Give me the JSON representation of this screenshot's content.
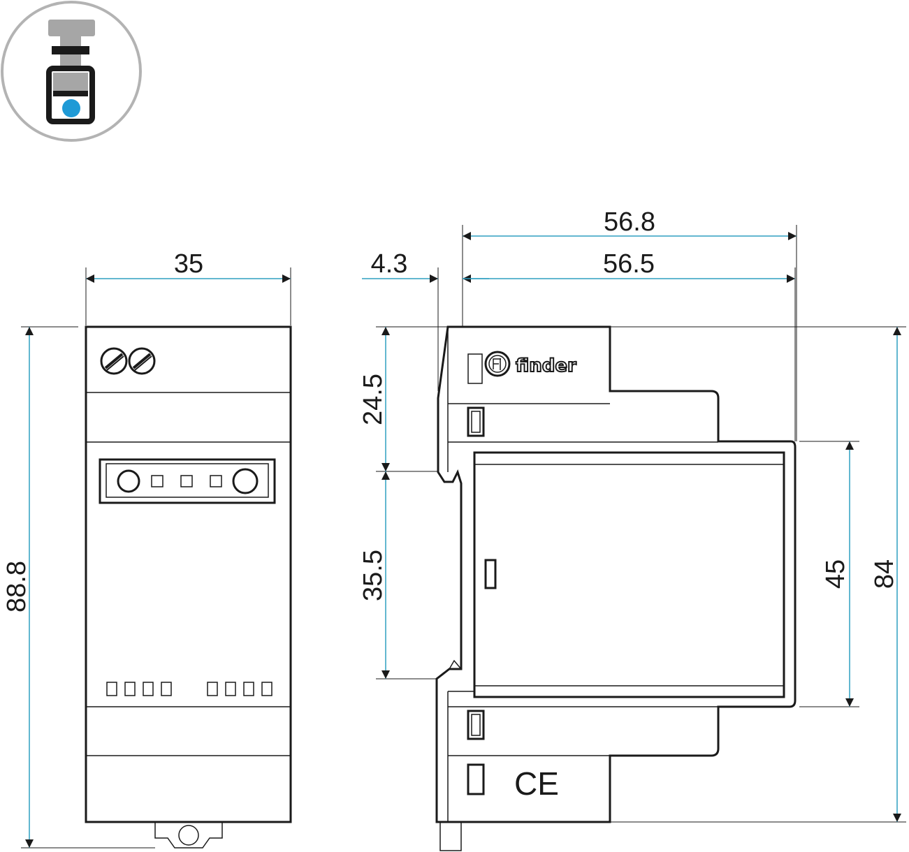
{
  "colors": {
    "dimension_line": "#2f9fc1",
    "outline": "#1a1a1a",
    "badge_border": "#b3b3b3",
    "badge_gray": "#a6a6a6",
    "badge_blue": "#1f9ad6"
  },
  "badge": {
    "icon": "screw-terminal-icon"
  },
  "front_view": {
    "width_dim": "35",
    "height_dim": "88.8"
  },
  "side_view": {
    "brand": "finder",
    "brand_icon": "finder-logo-icon",
    "ce_mark": "CE",
    "dims": {
      "overall_depth": "56.8",
      "body_depth": "56.5",
      "rail_offset": "4.3",
      "top_height": "24.5",
      "rail_height": "35.5",
      "front_height": "45",
      "overall_height": "84"
    }
  }
}
